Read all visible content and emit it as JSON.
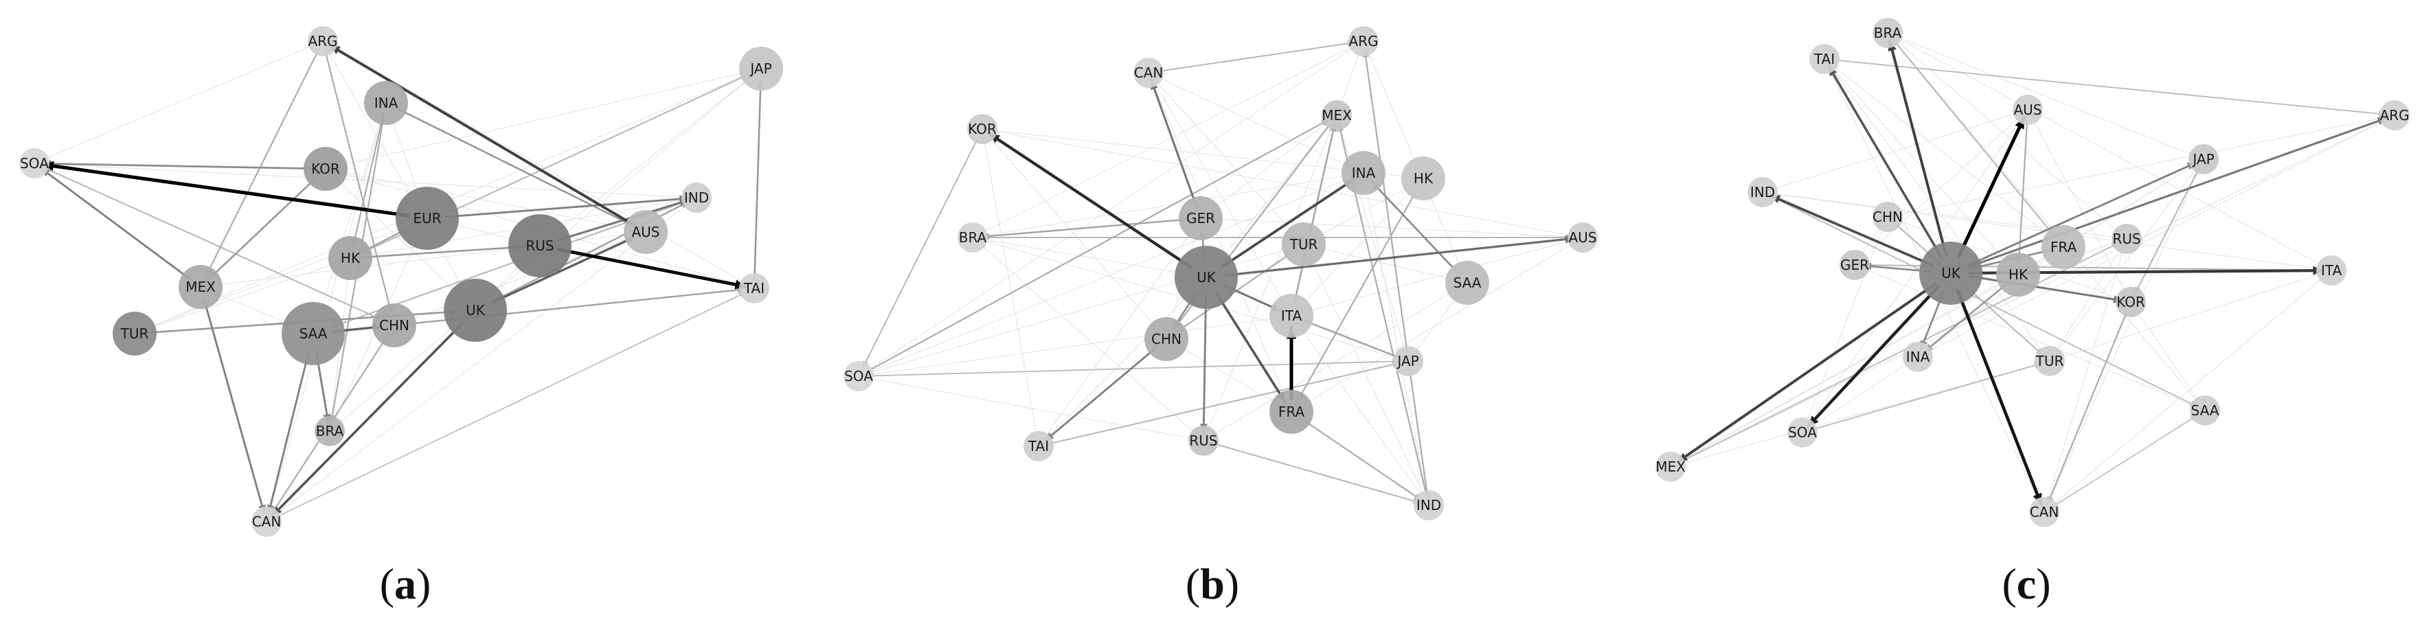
{
  "figure": {
    "panels": [
      {
        "id": "a",
        "caption": "a",
        "nodes": [
          {
            "id": "ARG",
            "label": "ARG",
            "size": "small",
            "shade": "#cfcfcf"
          },
          {
            "id": "JAP",
            "label": "JAP",
            "size": "medium",
            "shade": "#c6c6c6"
          },
          {
            "id": "INA",
            "label": "INA",
            "size": "medium",
            "shade": "#a8a8a8"
          },
          {
            "id": "SOA",
            "label": "SOA",
            "size": "small",
            "shade": "#d6d6d6"
          },
          {
            "id": "KOR",
            "label": "KOR",
            "size": "medium",
            "shade": "#9c9c9c"
          },
          {
            "id": "EUR",
            "label": "EUR",
            "size": "large",
            "shade": "#7e7e7e"
          },
          {
            "id": "IND",
            "label": "IND",
            "size": "small",
            "shade": "#cdcdcd"
          },
          {
            "id": "AUS",
            "label": "AUS",
            "size": "medium",
            "shade": "#b8b8b8"
          },
          {
            "id": "RUS",
            "label": "RUS",
            "size": "large",
            "shade": "#7a7a7a"
          },
          {
            "id": "HK",
            "label": "HK",
            "size": "medium",
            "shade": "#a4a4a4"
          },
          {
            "id": "MEX",
            "label": "MEX",
            "size": "medium",
            "shade": "#a9a9a9"
          },
          {
            "id": "TAI",
            "label": "TAI",
            "size": "small",
            "shade": "#d0d0d0"
          },
          {
            "id": "TUR",
            "label": "TUR",
            "size": "medium",
            "shade": "#8a8a8a"
          },
          {
            "id": "SAA",
            "label": "SAA",
            "size": "large",
            "shade": "#8f8f8f"
          },
          {
            "id": "CHN",
            "label": "CHN",
            "size": "medium",
            "shade": "#a6a6a6"
          },
          {
            "id": "UK",
            "label": "UK",
            "size": "large",
            "shade": "#7c7c7c"
          },
          {
            "id": "BRA",
            "label": "BRA",
            "size": "small",
            "shade": "#b4b4b4"
          },
          {
            "id": "CAN",
            "label": "CAN",
            "size": "small",
            "shade": "#d4d4d4"
          }
        ],
        "edges": [
          {
            "from": "EUR",
            "to": "SOA",
            "weight": 1.0
          },
          {
            "from": "RUS",
            "to": "TAI",
            "weight": 0.95
          },
          {
            "from": "AUS",
            "to": "ARG",
            "weight": 0.7
          },
          {
            "from": "UK",
            "to": "CAN",
            "weight": 0.6
          },
          {
            "from": "UK",
            "to": "AUS",
            "weight": 0.55
          },
          {
            "from": "RUS",
            "to": "IND",
            "weight": 0.45
          },
          {
            "from": "EUR",
            "to": "IND",
            "weight": 0.4
          },
          {
            "from": "SAA",
            "to": "CHN",
            "weight": 0.55
          },
          {
            "from": "MEX",
            "to": "SOA",
            "weight": 0.4
          },
          {
            "from": "KOR",
            "to": "SOA",
            "weight": 0.35
          },
          {
            "from": "MEX",
            "to": "CAN",
            "weight": 0.4
          },
          {
            "from": "SAA",
            "to": "CAN",
            "weight": 0.4
          },
          {
            "from": "SAA",
            "to": "BRA",
            "weight": 0.4
          },
          {
            "from": "TAI",
            "to": "JAP",
            "weight": 0.3
          },
          {
            "from": "TUR",
            "to": "UK",
            "weight": 0.3
          },
          {
            "from": "HK",
            "to": "RUS",
            "weight": 0.3
          },
          {
            "from": "INA",
            "to": "AUS",
            "weight": 0.3
          },
          {
            "from": "KOR",
            "to": "MEX",
            "weight": 0.3
          },
          {
            "from": "CHN",
            "to": "TAI",
            "weight": 0.25
          },
          {
            "from": "JAP",
            "to": "HK",
            "weight": 0.15
          },
          {
            "from": "ARG",
            "to": "CHN",
            "weight": 0.2
          },
          {
            "from": "INA",
            "to": "BRA",
            "weight": 0.2
          },
          {
            "from": "SOA",
            "to": "CHN",
            "weight": 0.15
          },
          {
            "from": "IND",
            "to": "SAA",
            "weight": 0.15
          },
          {
            "from": "CAN",
            "to": "TAI",
            "weight": 0.1
          },
          {
            "from": "ARG",
            "to": "MEX",
            "weight": 0.2
          },
          {
            "from": "INA",
            "to": "HK",
            "weight": 0.2
          },
          {
            "from": "EUR",
            "to": "HK",
            "weight": 0.25
          },
          {
            "from": "UK",
            "to": "IND",
            "weight": 0.25
          },
          {
            "from": "CHN",
            "to": "CAN",
            "weight": 0.2
          }
        ]
      },
      {
        "id": "b",
        "caption": "b",
        "nodes": [
          {
            "id": "ARG",
            "label": "ARG",
            "size": "small",
            "shade": "#cfcfcf"
          },
          {
            "id": "CAN",
            "label": "CAN",
            "size": "small",
            "shade": "#d0d0d0"
          },
          {
            "id": "KOR",
            "label": "KOR",
            "size": "small",
            "shade": "#cbcbcb"
          },
          {
            "id": "MEX",
            "label": "MEX",
            "size": "small",
            "shade": "#c4c4c4"
          },
          {
            "id": "INA",
            "label": "INA",
            "size": "medium",
            "shade": "#b6b6b6"
          },
          {
            "id": "HK",
            "label": "HK",
            "size": "medium",
            "shade": "#c4c4c4"
          },
          {
            "id": "GER",
            "label": "GER",
            "size": "medium",
            "shade": "#b0b0b0"
          },
          {
            "id": "BRA",
            "label": "BRA",
            "size": "small",
            "shade": "#d2d2d2"
          },
          {
            "id": "TUR",
            "label": "TUR",
            "size": "medium",
            "shade": "#b8b8b8"
          },
          {
            "id": "AUS",
            "label": "AUS",
            "size": "small",
            "shade": "#cccccc"
          },
          {
            "id": "UK",
            "label": "UK",
            "size": "large",
            "shade": "#808080"
          },
          {
            "id": "SAA",
            "label": "SAA",
            "size": "medium",
            "shade": "#bcbcbc"
          },
          {
            "id": "ITA",
            "label": "ITA",
            "size": "medium",
            "shade": "#c4c4c4"
          },
          {
            "id": "CHN",
            "label": "CHN",
            "size": "medium",
            "shade": "#acacac"
          },
          {
            "id": "JAP",
            "label": "JAP",
            "size": "small",
            "shade": "#cdcdcd"
          },
          {
            "id": "SOA",
            "label": "SOA",
            "size": "small",
            "shade": "#d6d6d6"
          },
          {
            "id": "FRA",
            "label": "FRA",
            "size": "medium",
            "shade": "#a6a6a6"
          },
          {
            "id": "TAI",
            "label": "TAI",
            "size": "small",
            "shade": "#cdcdcd"
          },
          {
            "id": "RUS",
            "label": "RUS",
            "size": "small",
            "shade": "#c2c2c2"
          },
          {
            "id": "IND",
            "label": "IND",
            "size": "small",
            "shade": "#d0d0d0"
          }
        ],
        "edges": [
          {
            "from": "UK",
            "to": "KOR",
            "weight": 0.8
          },
          {
            "from": "FRA",
            "to": "ITA",
            "weight": 1.0
          },
          {
            "from": "UK",
            "to": "INA",
            "weight": 0.65
          },
          {
            "from": "UK",
            "to": "FRA",
            "weight": 0.6
          },
          {
            "from": "UK",
            "to": "AUS",
            "weight": 0.5
          },
          {
            "from": "GER",
            "to": "CAN",
            "weight": 0.45
          },
          {
            "from": "UK",
            "to": "ITA",
            "weight": 0.45
          },
          {
            "from": "CHN",
            "to": "TAI",
            "weight": 0.4
          },
          {
            "from": "UK",
            "to": "RUS",
            "weight": 0.4
          },
          {
            "from": "SAA",
            "to": "INA",
            "weight": 0.35
          },
          {
            "from": "UK",
            "to": "CHN",
            "weight": 0.35
          },
          {
            "from": "GER",
            "to": "BRA",
            "weight": 0.25
          },
          {
            "from": "SOA",
            "to": "MEX",
            "weight": 0.2
          },
          {
            "from": "ITA",
            "to": "MEX",
            "weight": 0.25
          },
          {
            "from": "UK",
            "to": "GER",
            "weight": 0.3
          },
          {
            "from": "JAP",
            "to": "ITA",
            "weight": 0.25
          },
          {
            "from": "IND",
            "to": "ARG",
            "weight": 0.2
          },
          {
            "from": "IND",
            "to": "MEX",
            "weight": 0.2
          },
          {
            "from": "TAI",
            "to": "JAP",
            "weight": 0.15
          },
          {
            "from": "BRA",
            "to": "AUS",
            "weight": 0.15
          },
          {
            "from": "KOR",
            "to": "SOA",
            "weight": 0.15
          },
          {
            "from": "CAN",
            "to": "ARG",
            "weight": 0.15
          },
          {
            "from": "HK",
            "to": "FRA",
            "weight": 0.2
          },
          {
            "from": "TUR",
            "to": "CHN",
            "weight": 0.2
          },
          {
            "from": "RUS",
            "to": "IND",
            "weight": 0.15
          },
          {
            "from": "FRA",
            "to": "IND",
            "weight": 0.2
          },
          {
            "from": "SOA",
            "to": "JAP",
            "weight": 0.12
          },
          {
            "from": "MEX",
            "to": "CHN",
            "weight": 0.2
          }
        ]
      },
      {
        "id": "c",
        "caption": "c",
        "nodes": [
          {
            "id": "TAI",
            "label": "TAI",
            "size": "small",
            "shade": "#d0d0d0"
          },
          {
            "id": "BRA",
            "label": "BRA",
            "size": "small",
            "shade": "#cccccc"
          },
          {
            "id": "AUS",
            "label": "AUS",
            "size": "small",
            "shade": "#cfcfcf"
          },
          {
            "id": "ARG",
            "label": "ARG",
            "size": "small",
            "shade": "#d0d0d0"
          },
          {
            "id": "JAP",
            "label": "JAP",
            "size": "small",
            "shade": "#c8c8c8"
          },
          {
            "id": "IND",
            "label": "IND",
            "size": "small",
            "shade": "#cfcfcf"
          },
          {
            "id": "CHN",
            "label": "CHN",
            "size": "small",
            "shade": "#cacaca"
          },
          {
            "id": "FRA",
            "label": "FRA",
            "size": "medium",
            "shade": "#bdbdbd"
          },
          {
            "id": "RUS",
            "label": "RUS",
            "size": "small",
            "shade": "#c8c8c8"
          },
          {
            "id": "GER",
            "label": "GER",
            "size": "small",
            "shade": "#c6c6c6"
          },
          {
            "id": "UK",
            "label": "UK",
            "size": "large",
            "shade": "#828282"
          },
          {
            "id": "HK",
            "label": "HK",
            "size": "medium",
            "shade": "#b0b0b0"
          },
          {
            "id": "ITA",
            "label": "ITA",
            "size": "small",
            "shade": "#d0d0d0"
          },
          {
            "id": "KOR",
            "label": "KOR",
            "size": "small",
            "shade": "#c6c6c6"
          },
          {
            "id": "INA",
            "label": "INA",
            "size": "small",
            "shade": "#cfcfcf"
          },
          {
            "id": "TUR",
            "label": "TUR",
            "size": "small",
            "shade": "#cdcdcd"
          },
          {
            "id": "SAA",
            "label": "SAA",
            "size": "small",
            "shade": "#cdcdcd"
          },
          {
            "id": "SOA",
            "label": "SOA",
            "size": "small",
            "shade": "#d2d2d2"
          },
          {
            "id": "MEX",
            "label": "MEX",
            "size": "small",
            "shade": "#d3d3d3"
          },
          {
            "id": "CAN",
            "label": "CAN",
            "size": "small",
            "shade": "#d2d2d2"
          }
        ],
        "edges": [
          {
            "from": "UK",
            "to": "AUS",
            "weight": 1.0
          },
          {
            "from": "UK",
            "to": "CAN",
            "weight": 0.9
          },
          {
            "from": "UK",
            "to": "SOA",
            "weight": 0.85
          },
          {
            "from": "UK",
            "to": "ITA",
            "weight": 0.75
          },
          {
            "from": "UK",
            "to": "BRA",
            "weight": 0.7
          },
          {
            "from": "UK",
            "to": "MEX",
            "weight": 0.7
          },
          {
            "from": "UK",
            "to": "IND",
            "weight": 0.65
          },
          {
            "from": "UK",
            "to": "TAI",
            "weight": 0.6
          },
          {
            "from": "UK",
            "to": "ARG",
            "weight": 0.45
          },
          {
            "from": "UK",
            "to": "JAP",
            "weight": 0.4
          },
          {
            "from": "UK",
            "to": "KOR",
            "weight": 0.45
          },
          {
            "from": "UK",
            "to": "GER",
            "weight": 0.35
          },
          {
            "from": "UK",
            "to": "INA",
            "weight": 0.35
          },
          {
            "from": "UK",
            "to": "FRA",
            "weight": 0.35
          },
          {
            "from": "HK",
            "to": "INA",
            "weight": 0.3
          },
          {
            "from": "KOR",
            "to": "CAN",
            "weight": 0.2
          },
          {
            "from": "TAI",
            "to": "ARG",
            "weight": 0.12
          },
          {
            "from": "IND",
            "to": "SAA",
            "weight": 0.12
          },
          {
            "from": "SOA",
            "to": "TUR",
            "weight": 0.12
          },
          {
            "from": "MEX",
            "to": "RUS",
            "weight": 0.12
          },
          {
            "from": "CHN",
            "to": "TUR",
            "weight": 0.15
          },
          {
            "from": "BRA",
            "to": "FRA",
            "weight": 0.15
          },
          {
            "from": "AUS",
            "to": "HK",
            "weight": 0.2
          },
          {
            "from": "JAP",
            "to": "KOR",
            "weight": 0.15
          },
          {
            "from": "GER",
            "to": "ITA",
            "weight": 0.15
          },
          {
            "from": "CAN",
            "to": "SAA",
            "weight": 0.1
          }
        ]
      }
    ]
  }
}
